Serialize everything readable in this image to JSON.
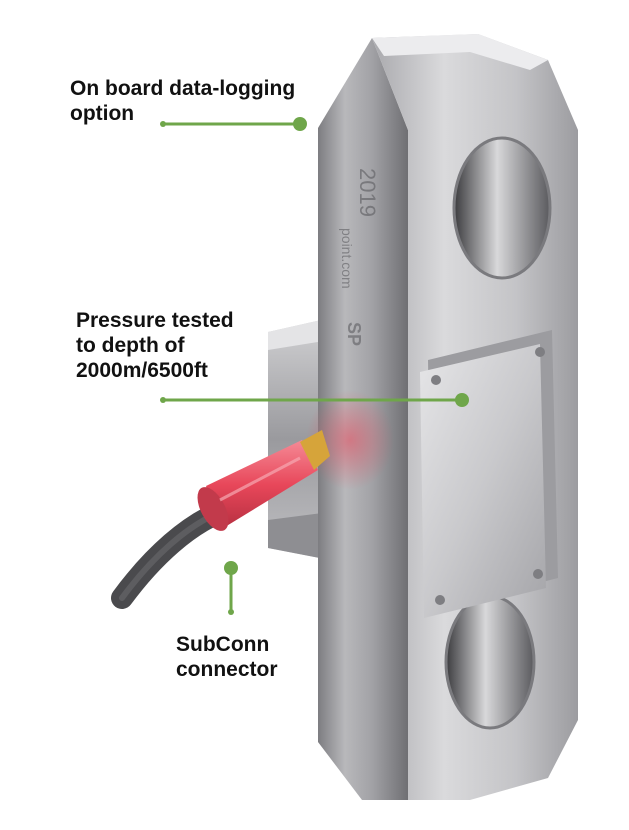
{
  "callouts": {
    "data_logging": {
      "lines": [
        "On board data-logging",
        "option"
      ]
    },
    "pressure": {
      "lines": [
        "Pressure tested",
        "to depth of",
        "2000m/6500ft"
      ]
    },
    "subconn": {
      "lines": [
        "SubConn",
        "connector"
      ]
    }
  },
  "product": {
    "engraving": [
      "2019",
      "point.com"
    ],
    "logo_text": "SP"
  },
  "colors": {
    "callout_green": "#6fa64a",
    "label_text": "#111111",
    "steel_light": "#d8d8da",
    "steel_dark": "#8a8a8e",
    "connector_red": "#e8475a"
  }
}
